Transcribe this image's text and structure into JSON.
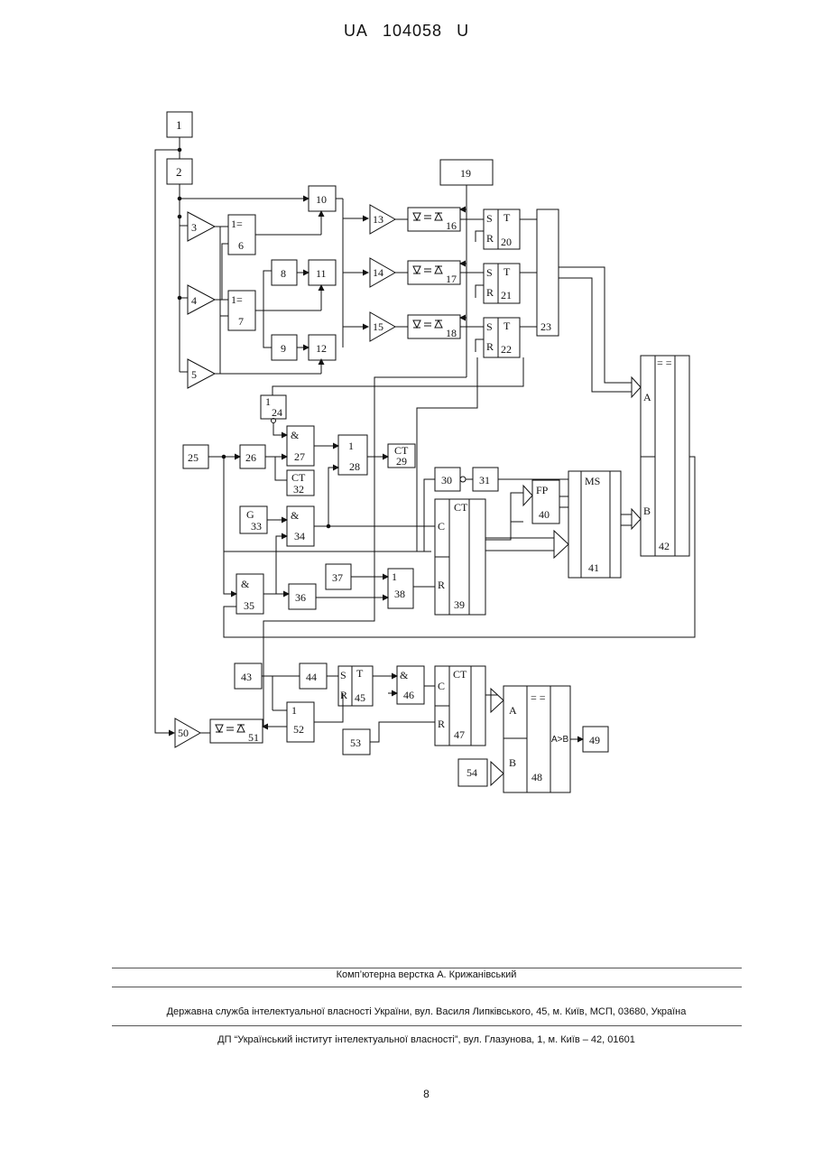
{
  "header": {
    "country": "UA",
    "number": "104058",
    "kind": "U"
  },
  "diagram": {
    "blocks": {
      "b1": "1",
      "b2": "2",
      "b3": "3",
      "b4": "4",
      "b5": "5",
      "b6": "6",
      "b7": "7",
      "b8": "8",
      "b9": "9",
      "b10": "10",
      "b11": "11",
      "b12": "12",
      "b13": "13",
      "b14": "14",
      "b15": "15",
      "b16": "16",
      "b17": "17",
      "b18": "18",
      "b19": "19",
      "b20": "20",
      "b21": "21",
      "b22": "22",
      "b23": "23",
      "b24": "24",
      "b25": "25",
      "b26": "26",
      "b27": "27",
      "b28": "28",
      "b29": "29",
      "b30": "30",
      "b31": "31",
      "b32": "32",
      "b33": "33",
      "b34": "34",
      "b35": "35",
      "b36": "36",
      "b37": "37",
      "b38": "38",
      "b39": "39",
      "b40": "40",
      "b41": "41",
      "b42": "42",
      "b43": "43",
      "b44": "44",
      "b45": "45",
      "b46": "46",
      "b47": "47",
      "b48": "48",
      "b49": "49",
      "b50": "50",
      "b51": "51",
      "b52": "52",
      "b53": "53",
      "b54": "54"
    },
    "symbols": {
      "xor": "1=",
      "trig_s": "S",
      "trig_r": "R",
      "trig_t": "T",
      "or": "1",
      "and": "&",
      "ct": "CT",
      "gen": "G",
      "fp": "FP",
      "ms": "MS",
      "eq": "= =",
      "in_a": "A",
      "in_b": "B",
      "in_c": "C",
      "agtb": "A>B"
    }
  },
  "footer": {
    "layout_credit": "Комп’ютерна верстка А. Крижанівський",
    "service": "Державна служба інтелектуальної власності України, вул. Василя Липківського, 45, м. Київ, МСП, 03680, Україна",
    "institute": "ДП “Український інститут інтелектуальної власності”, вул. Глазунова, 1, м. Київ – 42, 01601",
    "page_number": "8"
  }
}
